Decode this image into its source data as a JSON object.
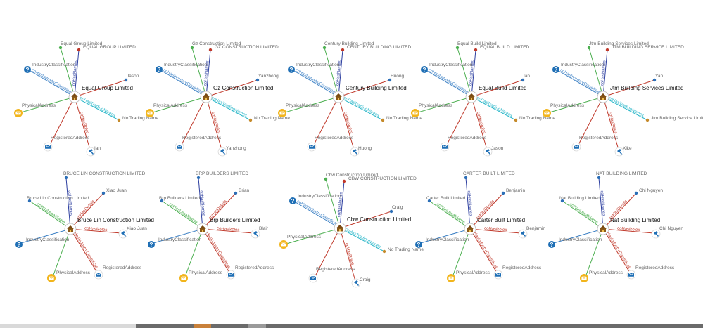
{
  "colors": {
    "classification": "#3a7fc4",
    "trading": "#2bb7c9",
    "roles": "#c0392b",
    "physical": "#4caf50",
    "registered": "#c0392b",
    "legal": "#4caf50",
    "names": "#2c3e9f",
    "green_dot": "#4caf50",
    "blue_dot": "#2c6fb7",
    "orange_dot": "#c58a2b",
    "red_dot": "#c0392b",
    "gold_icon": "#f2b51c",
    "mail_icon": "#1f6fb5",
    "question_icon": "#1f6fb5"
  },
  "icons": {
    "center": "building-icon",
    "classification": "question-icon",
    "address": "mail-icon",
    "person": "gavel-icon",
    "physical": "envelope-icon"
  },
  "graphs": [
    {
      "center": "Equal Group Limited",
      "nodes": {
        "legal_name": "Equal Group Limited",
        "upper_name": "EQUAL GROUP LIMITED",
        "classification": "IndustryClassification",
        "person_top": "Jason",
        "physical": "PhysicalAddress",
        "trading": "No Trading Name",
        "registered": "RegisteredAddress",
        "person_bottom": "Ian"
      },
      "edges": {
        "names": "coHasNames",
        "classif": "coHasIndustryClassificat...",
        "trading": "coHasTradingNames",
        "roles": "coHasRoles"
      }
    },
    {
      "center": "Gz Construction Limited",
      "nodes": {
        "legal_name": "Gz Construction Limited",
        "upper_name": "GZ CONSTRUCTION LIMITED",
        "classification": "IndustryClassification",
        "person_top": "Yanzhong",
        "physical": "PhysicalAddress",
        "trading": "No Trading Name",
        "registered": "RegisteredAddress",
        "person_bottom": "Yanzhong"
      },
      "edges": {
        "names": "coHasNames",
        "classif": "coHasIndustryClassificat...",
        "trading": "coHasTradingNames",
        "roles": "coHasRoles"
      }
    },
    {
      "center": "Century Building Limited",
      "nodes": {
        "legal_name": "Century Building Limited",
        "upper_name": "CENTURY BUILDING LIMITED",
        "classification": "IndustryClassification",
        "person_top": "Huong",
        "physical": "PhysicalAddress",
        "trading": "No Trading Name",
        "registered": "RegisteredAddress",
        "person_bottom": "Huong"
      },
      "edges": {
        "names": "coHasNames",
        "classif": "coHasIndustryClassificat...",
        "trading": "coHasTradingNames",
        "roles": "coHasRoles"
      }
    },
    {
      "center": "Equal Build Limited",
      "nodes": {
        "legal_name": "Equal Build Limited",
        "upper_name": "EQUAL BUILD LIMITED",
        "classification": "IndustryClassification",
        "person_top": "Ian",
        "physical": "PhysicalAddress",
        "trading": "No Trading Name",
        "registered": "RegisteredAddress",
        "person_bottom": "Jason"
      },
      "edges": {
        "names": "coHasNames",
        "classif": "coHasIndustryClassificat...",
        "trading": "coHasTradingNames",
        "roles": "coHasRoles"
      }
    },
    {
      "center": "Jtm Building Services Limited",
      "nodes": {
        "legal_name": "Jtm Building Services Limited",
        "upper_name": "JTM BUILDING SERVICE LIMITED",
        "classification": "IndustryClassification",
        "person_top": "Yan",
        "physical": "PhysicalAddress",
        "trading": "Jtm Building Service Limited",
        "registered": "RegisteredAddress",
        "person_bottom": "Xike"
      },
      "edges": {
        "names": "coHasNames",
        "classif": "coHasIndustryClassificat...",
        "trading": "coHasTradingNames",
        "roles": "coHasRoles"
      }
    },
    {
      "center": "Bruce Lin Construction Limited",
      "nodes": {
        "upper_name": "BRUCE LIN CONSTRUCTION LIMITED",
        "legal_name": "Bruce Lin Construction Limited",
        "person_top": "Xiao Juan",
        "person_right": "Xiao Juan",
        "classification": "IndustryClassification",
        "physical": "PhysicalAddress",
        "registered": "RegisteredAddress"
      },
      "edges": {
        "names": "coHasNames",
        "details": "coHasDetails",
        "legal": "coHasLegalName",
        "roles": "coHasRoles",
        "classif": "coHasIndustryClassificat..."
      }
    },
    {
      "center": "Brp Builders Limited",
      "nodes": {
        "upper_name": "BRP BUILDERS LIMITED",
        "legal_name": "Brp Builders Limited",
        "person_top": "Brian",
        "person_right": "Blair",
        "classification": "IndustryClassification",
        "physical": "PhysicalAddress",
        "registered": "RegisteredAddress"
      },
      "edges": {
        "names": "coHasNames",
        "details": "coHasDetails",
        "legal": "coHasLegalName",
        "roles": "coHasRoles",
        "classif": "coHasIndustryClassificat..."
      }
    },
    {
      "center": "Cbw Construction Limited",
      "nodes": {
        "legal_name": "Cbw Construction Limited",
        "upper_name": "CBW CONSTRUCTION LIMITED",
        "classification": "IndustryClassification",
        "person_top": "Craig",
        "physical": "PhysicalAddress",
        "trading": "No Trading Name",
        "registered": "RegisteredAddress",
        "person_bottom": "Craig"
      },
      "edges": {
        "names": "coHasNames",
        "classif": "coHasIndustryClassificat...",
        "trading": "coHasTradingNames",
        "roles": "coHasRoles"
      }
    },
    {
      "center": "Carter Built Limited",
      "nodes": {
        "upper_name": "CARTER BUILT LIMITED",
        "legal_name": "Carter Built Limited",
        "person_top": "Benjamin",
        "person_right": "Benjamin",
        "classification": "IndustryClassification",
        "physical": "PhysicalAddress",
        "registered": "RegisteredAddress"
      },
      "edges": {
        "names": "coHasNames",
        "details": "coHasDetails",
        "legal": "coHasLegalName",
        "roles": "coHasRoles",
        "classif": "coHasIndustryClassificat..."
      }
    },
    {
      "center": "Nat Building Limited",
      "nodes": {
        "upper_name": "NAT BUILDING LIMITED",
        "legal_name": "Nat Building Limited",
        "person_top": "Chi Nguyen",
        "person_right": "Chi Nguyen",
        "classification": "IndustryClassification",
        "physical": "PhysicalAddress",
        "registered": "RegisteredAddress"
      },
      "edges": {
        "names": "coHasNames",
        "details": "coHasDetails",
        "legal": "coHasLegalName",
        "roles": "coHasRoles",
        "classif": "coHasIndustryClassificat..."
      }
    }
  ]
}
